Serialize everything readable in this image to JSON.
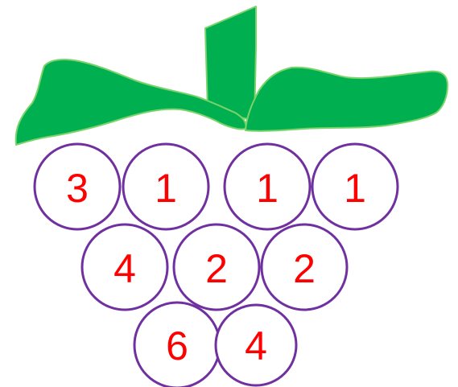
{
  "colors": {
    "leaf_fill": "#00b050",
    "leaf_edge": "#7ad36a",
    "grape_stroke": "#7030a0",
    "grape_fill": "#ffffff",
    "number_color": "#ff0000",
    "background": "#ffffff"
  },
  "grapes": {
    "row1": [
      "3",
      "1",
      "1",
      "1"
    ],
    "row2": [
      "4",
      "2",
      "2"
    ],
    "row3": [
      "6",
      "4"
    ]
  }
}
